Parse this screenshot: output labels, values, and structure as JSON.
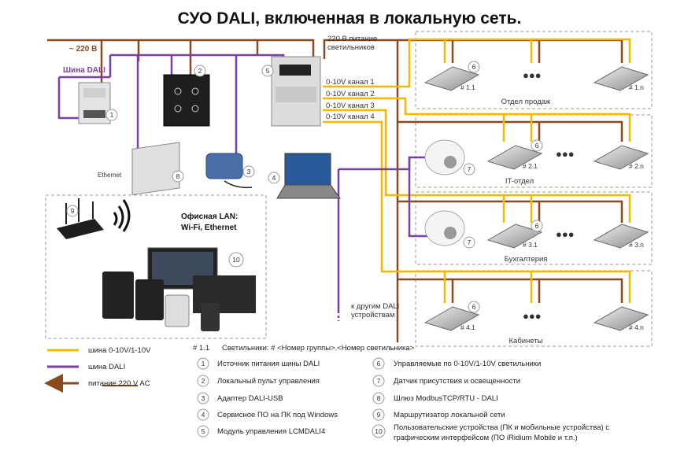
{
  "title": "СУО DALI, включенная в локальную сеть.",
  "labels": {
    "power_220": "~ 220 В",
    "dali_bus": "Шина DALI",
    "power_luminaires_1": "220 В питание",
    "power_luminaires_2": "светильников",
    "ch1": "0-10V канал 1",
    "ch2": "0-10V канал 2",
    "ch3": "0-10V канал 3",
    "ch4": "0-10V канал 4",
    "ethernet": "Ethernet",
    "office_lan_1": "Офисная LAN:",
    "office_lan_2": "Wi-Fi, Ethernet",
    "other_dali_1": "к другим DALI",
    "other_dali_2": "устройствам",
    "dots": "●●●"
  },
  "zones": [
    {
      "name": "Отдел продаж",
      "first": "# 1.1",
      "last": "# 1.n"
    },
    {
      "name": "IT-отдел",
      "first": "# 2.1",
      "last": "# 2.n"
    },
    {
      "name": "Бухгалтерия",
      "first": "# 3.1",
      "last": "# 3.n"
    },
    {
      "name": "Кабинеты",
      "first": "# 4.1",
      "last": "# 4.n"
    }
  ],
  "markers": [
    "1",
    "2",
    "3",
    "4",
    "5",
    "6",
    "7",
    "8",
    "9",
    "10"
  ],
  "legend": {
    "lines": [
      {
        "label": "шина 0-10V/1-10V",
        "color": "#f5b800"
      },
      {
        "label": "шина DALI",
        "color": "#7b3fa8"
      },
      {
        "label": "питание 220 V AC",
        "color": "#8b4a1d"
      }
    ],
    "luminaire_key": "# 1.1",
    "luminaire_text": "Светильники:  # <Номер группы>.<Номер светильника>",
    "items": [
      {
        "n": "1",
        "text": "Источник питания шины DALI"
      },
      {
        "n": "2",
        "text": "Локальный пульт управления"
      },
      {
        "n": "3",
        "text": "Адаптер DALI-USB"
      },
      {
        "n": "4",
        "text": "Сервисное  ПО на ПК под Windows"
      },
      {
        "n": "5",
        "text": "Модуль управления LCMDALI4"
      },
      {
        "n": "6",
        "text": "Управляемые по 0-10V/1-10V светильники"
      },
      {
        "n": "7",
        "text": "Датчик присутствия и освещенности"
      },
      {
        "n": "8",
        "text": "Шлюз ModbusTCP/RTU - DALI"
      },
      {
        "n": "9",
        "text": "Маршрутизатор локальной сети"
      },
      {
        "n": "10",
        "text": "Пользовательские устройства (ПК и мобильные устройства) с"
      },
      {
        "n": "",
        "text": "графическим интерфейсом (ПО iRidium Mobile и т.п.)"
      }
    ]
  },
  "colors": {
    "yellow": "#f5b800",
    "purple": "#7b3fa8",
    "brown": "#8b4a1d"
  }
}
